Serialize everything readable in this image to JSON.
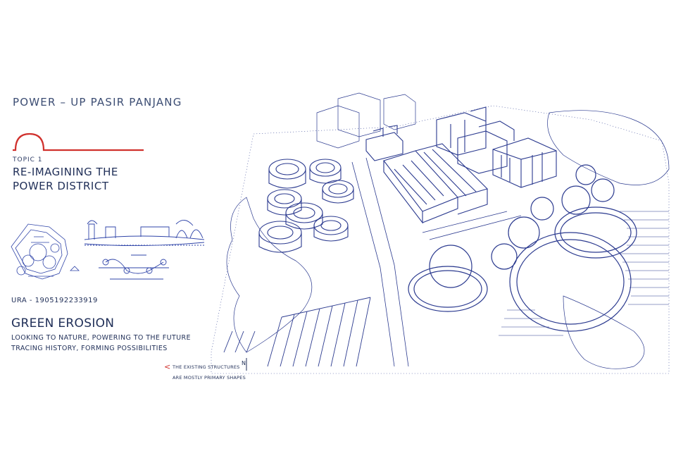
{
  "header": {
    "project_title": "POWER – UP  PASIR  PANJANG"
  },
  "topic": {
    "label": "TOPIC 1",
    "title_line1": "RE-IMAGINING THE",
    "title_line2": "POWER   DISTRICT"
  },
  "student": {
    "id_text": "URA - 1905192233919"
  },
  "concept": {
    "title": "GREEN EROSION",
    "subtitle_line1": "LOOKING TO NATURE, POWERING TO THE FUTURE",
    "subtitle_line2": "TRACING HISTORY, FORMING POSSIBILITIES"
  },
  "annotation": {
    "arrow": "<",
    "line1": "THE EXISTING STRUCTURES",
    "line2": "ARE MOSTLY PRIMARY SHAPES"
  },
  "compass": {
    "label": "N"
  },
  "colors": {
    "ink": "#2b3a8f",
    "accent": "#d0312d",
    "text": "#1f2e57"
  },
  "drawing": {
    "kind": "isometric-site-sketch"
  }
}
